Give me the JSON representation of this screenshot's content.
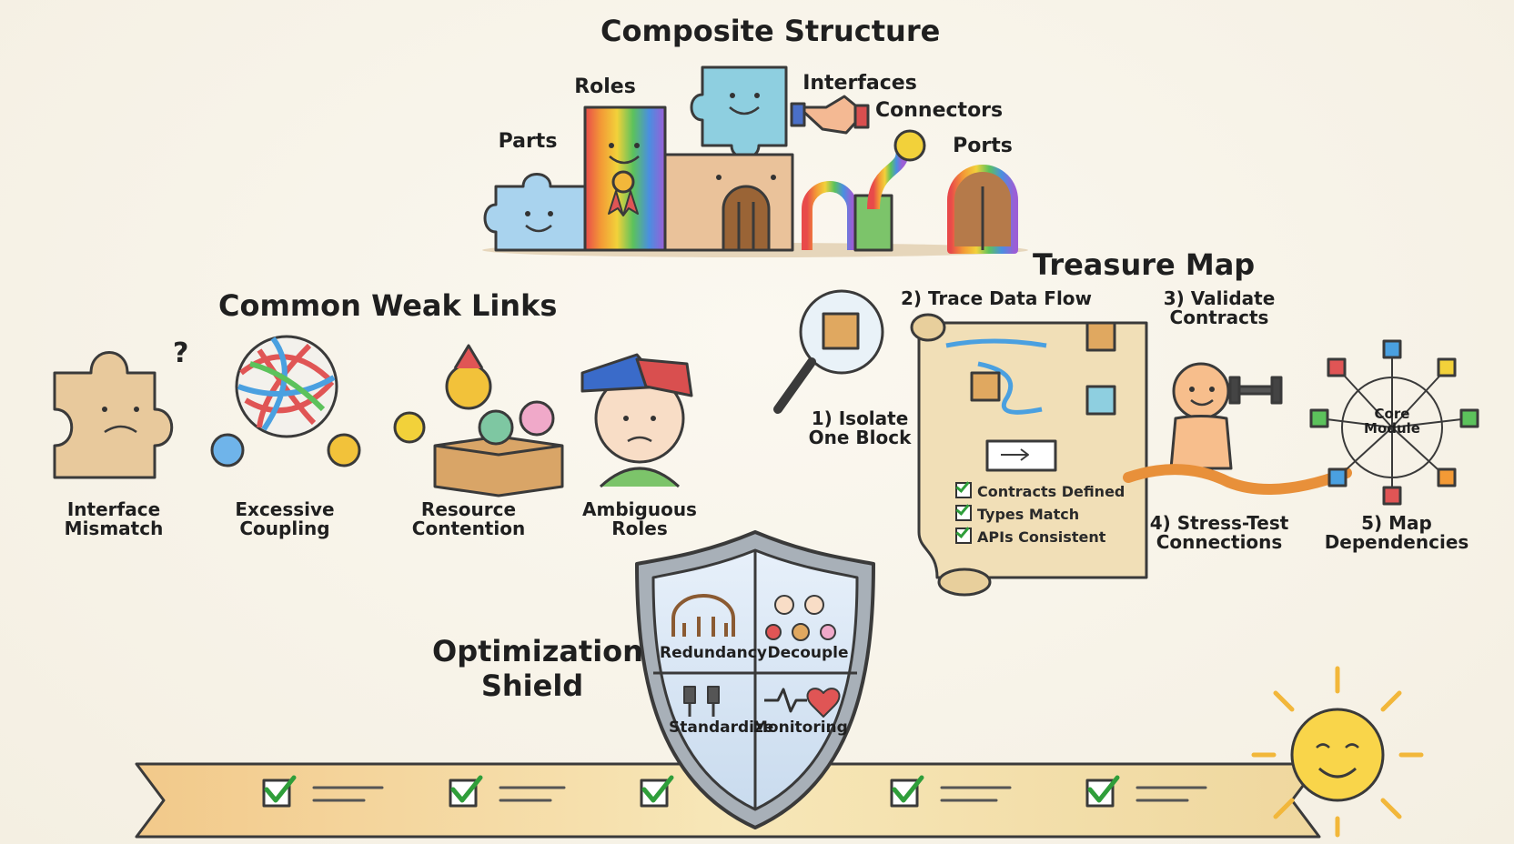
{
  "composite_structure": {
    "title": "Composite Structure",
    "labels": {
      "parts": "Parts",
      "roles": "Roles",
      "interfaces": "Interfaces",
      "connectors": "Connectors",
      "ports": "Ports"
    }
  },
  "weak_links": {
    "title": "Common Weak Links",
    "items": [
      {
        "line1": "Interface",
        "line2": "Mismatch"
      },
      {
        "line1": "Excessive",
        "line2": "Coupling"
      },
      {
        "line1": "Resource",
        "line2": "Contention"
      },
      {
        "line1": "Ambiguous",
        "line2": "Roles"
      }
    ]
  },
  "treasure_map": {
    "title": "Treasure Map",
    "steps": {
      "isolate": {
        "line1": "1) Isolate",
        "line2": "One Block"
      },
      "trace": {
        "line1": "2) Trace Data Flow"
      },
      "validate": {
        "line1": "3) Validate",
        "line2": "Contracts"
      },
      "stress": {
        "line1": "4) Stress-Test",
        "line2": "Connections"
      },
      "map": {
        "line1": "5) Map",
        "line2": "Dependencies"
      }
    },
    "checklist": [
      "Contracts Defined",
      "Types Match",
      "APIs Consistent"
    ],
    "core_module": {
      "line1": "Core",
      "line2": "Module"
    }
  },
  "optimization_shield": {
    "title_line1": "Optimization",
    "title_line2": "Shield",
    "quadrants": [
      "Redundancy",
      "Decouple",
      "Standardize",
      "Monitoring"
    ]
  }
}
